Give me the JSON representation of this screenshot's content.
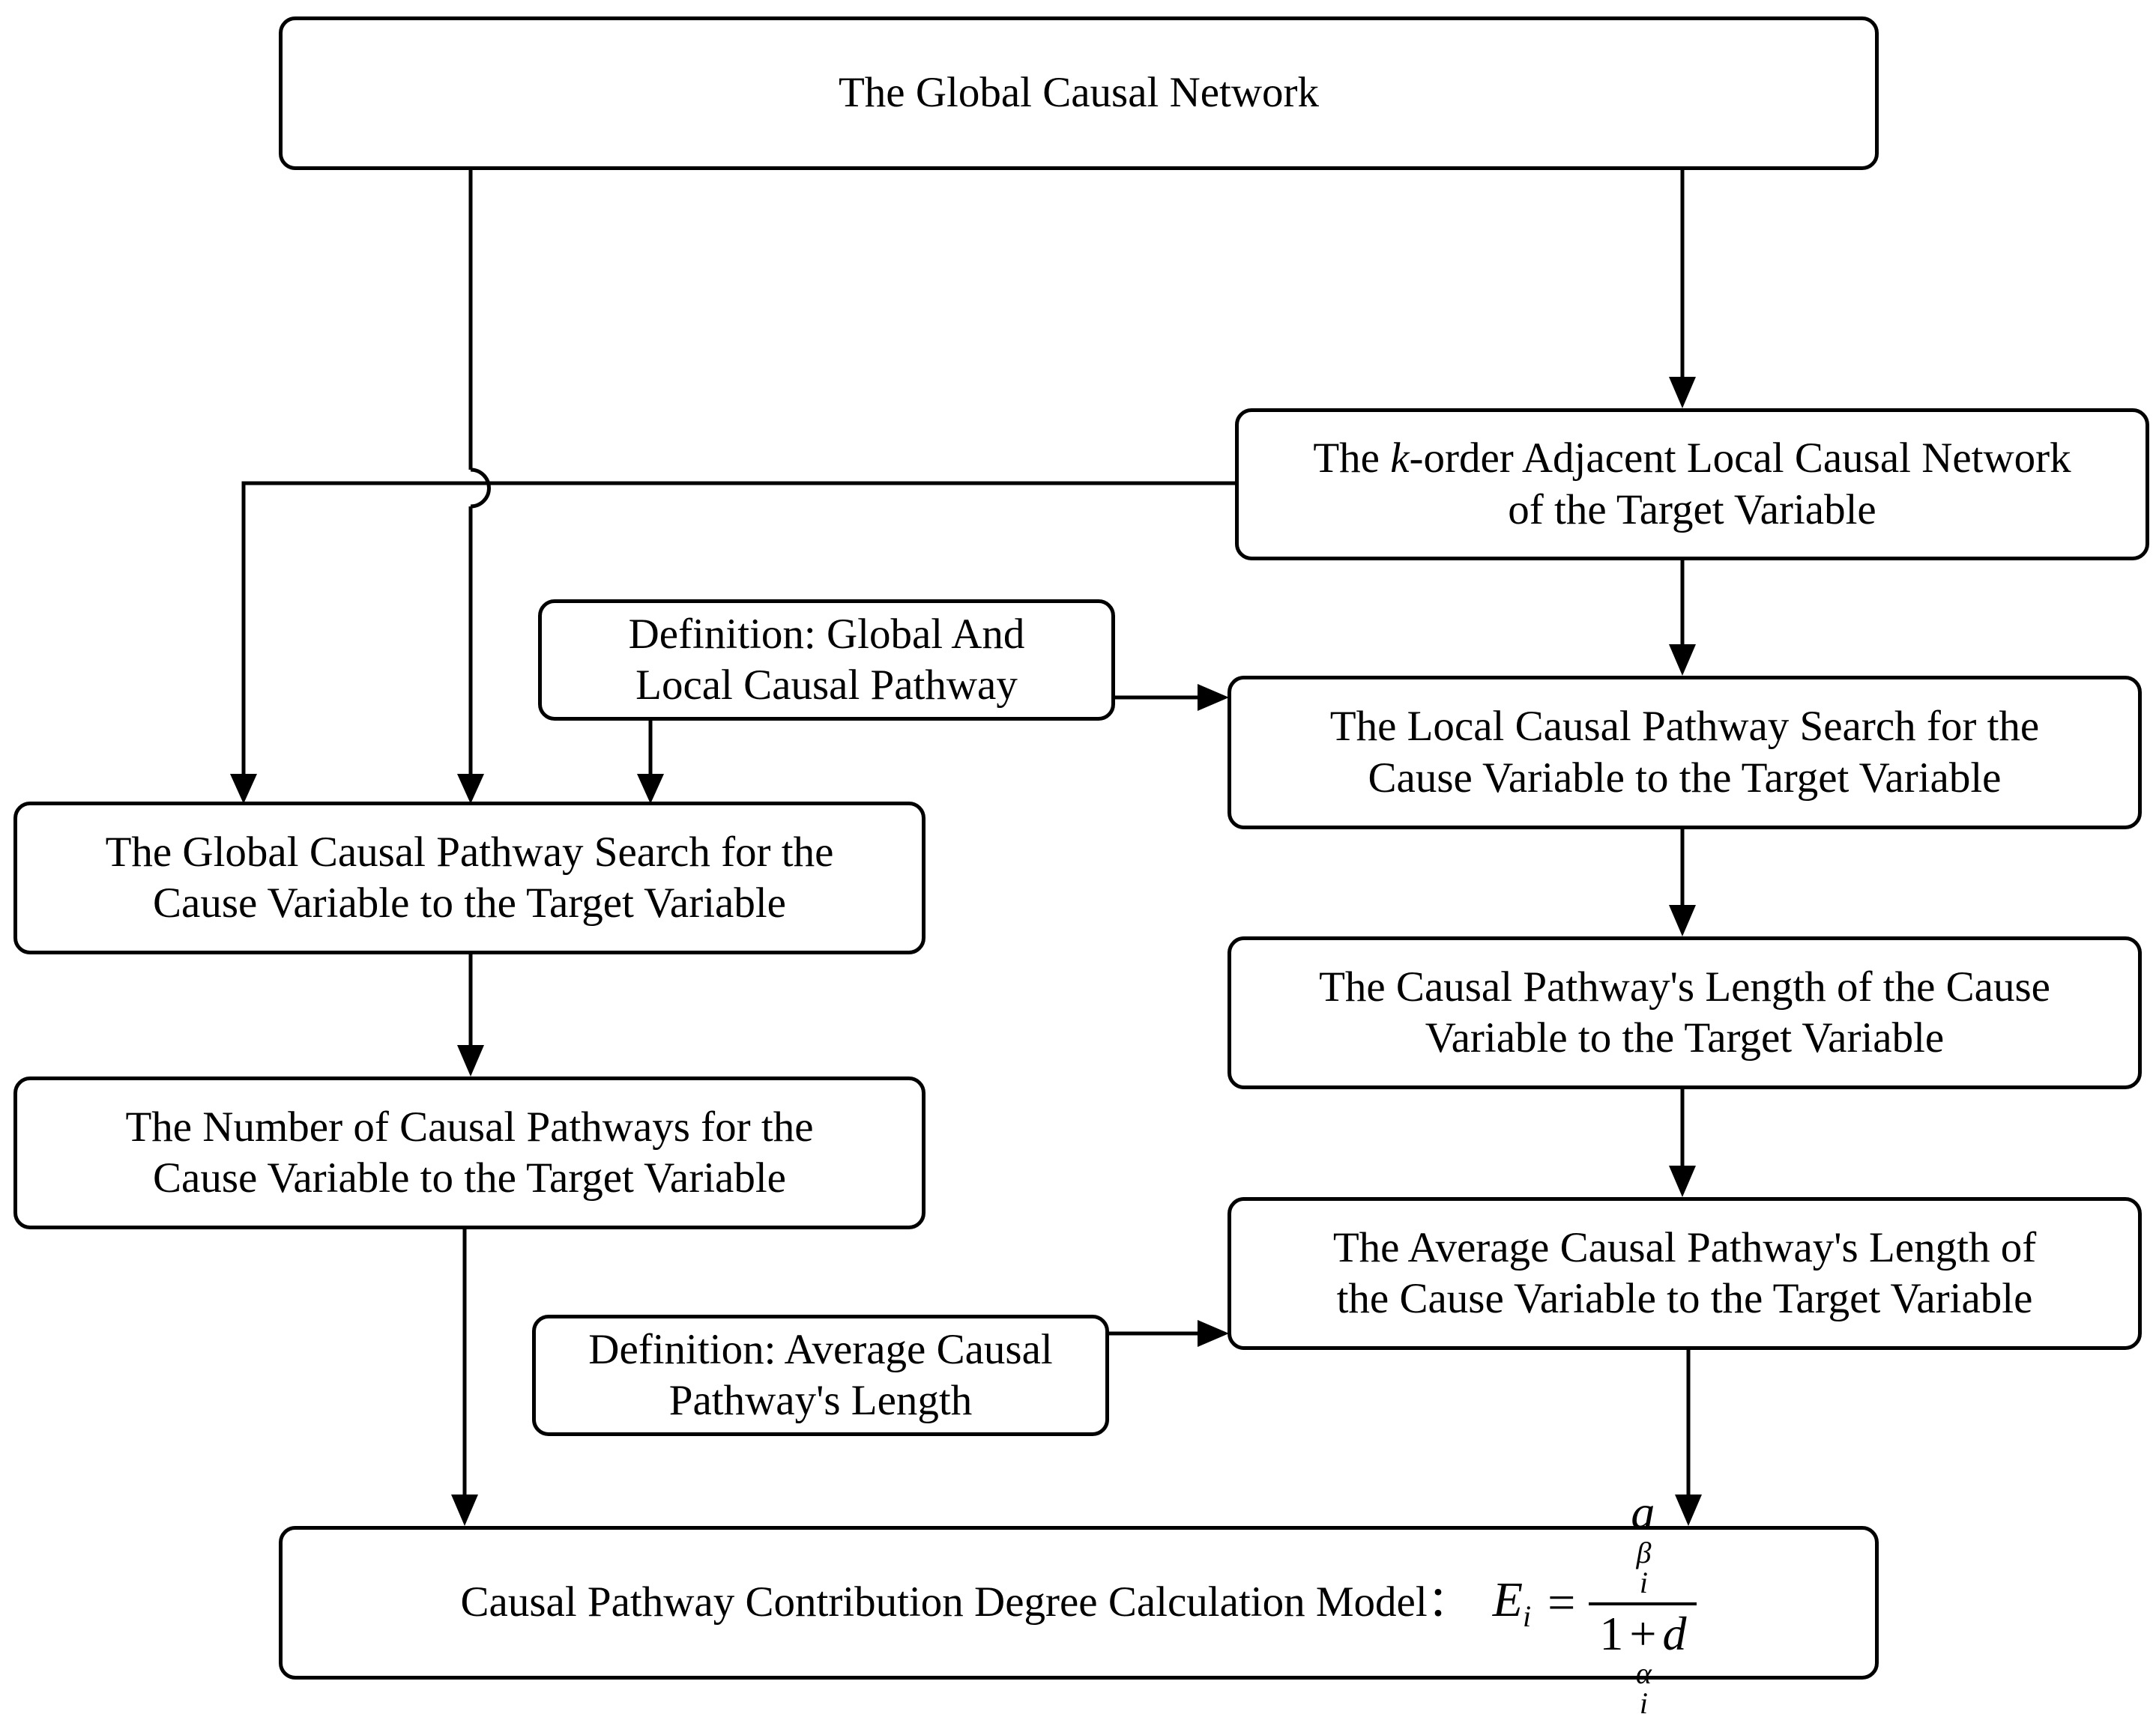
{
  "nodes": {
    "global_network": {
      "lines": [
        "The Global Causal Network"
      ]
    },
    "k_order_network": {
      "prefix": "The ",
      "k": "k",
      "rest": "-order Adjacent Local Causal Network",
      "line2": "of the Target Variable"
    },
    "def_global_local": {
      "lines": [
        "Definition: Global And",
        "Local Causal Pathway"
      ]
    },
    "local_search": {
      "lines": [
        "The Local Causal Pathway Search for the",
        "Cause Variable to the Target Variable"
      ]
    },
    "global_search": {
      "lines": [
        "The Global Causal Pathway Search for the",
        "Cause Variable to the Target Variable"
      ]
    },
    "pathway_length": {
      "lines": [
        "The Causal Pathway's Length of the Cause",
        "Variable to the Target Variable"
      ]
    },
    "number_pathways": {
      "lines": [
        "The Number of Causal Pathways for the",
        "Cause Variable to the Target Variable"
      ]
    },
    "avg_length": {
      "lines": [
        "The Average Causal Pathway's Length of",
        "the Cause Variable to the Target Variable"
      ]
    },
    "def_avg_length": {
      "lines": [
        "Definition: Average Causal",
        "Pathway's Length"
      ]
    },
    "model": {
      "label": "Causal Pathway Contribution Degree Calculation Model",
      "colon": "：",
      "lhs_var": "E",
      "lhs_sub": "i",
      "equals": "=",
      "num_var": "a",
      "num_sup": "β",
      "num_sub": "i",
      "den_one": "1",
      "den_plus": "+",
      "den_var": "d",
      "den_sup": "α",
      "den_sub": "i"
    }
  },
  "edges": [
    {
      "from": "global_network",
      "to": "k_order_network"
    },
    {
      "from": "global_network",
      "to": "global_search"
    },
    {
      "from": "k_order_network",
      "to": "global_search"
    },
    {
      "from": "k_order_network",
      "to": "local_search"
    },
    {
      "from": "def_global_local",
      "to": "global_search"
    },
    {
      "from": "def_global_local",
      "to": "local_search"
    },
    {
      "from": "local_search",
      "to": "pathway_length"
    },
    {
      "from": "pathway_length",
      "to": "avg_length"
    },
    {
      "from": "def_avg_length",
      "to": "avg_length"
    },
    {
      "from": "global_search",
      "to": "number_pathways"
    },
    {
      "from": "number_pathways",
      "to": "model"
    },
    {
      "from": "avg_length",
      "to": "model"
    }
  ]
}
